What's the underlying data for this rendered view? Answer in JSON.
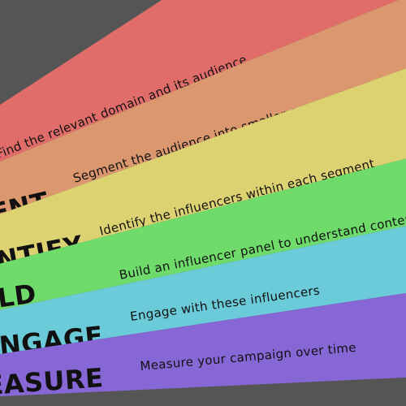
{
  "background_color": "#555555",
  "stages": [
    {
      "step": "",
      "description": "Find the relevant domain and its audience",
      "color": "#e16d6a"
    },
    {
      "step": "SEGMENT",
      "description": "Segment the audience into smaller communities",
      "color": "#db976d"
    },
    {
      "step": "IDENTIFY",
      "description": "Identify the influencers within each segment",
      "color": "#ddd272"
    },
    {
      "step": "BUILD",
      "description": "Build an influencer panel to understand content",
      "color": "#6fdb6a"
    },
    {
      "step": "ENGAGE",
      "description": "Engage with these influencers",
      "color": "#6bcbd8"
    },
    {
      "step": "MEASURE",
      "description": "Measure your campaign over time",
      "color": "#8767d6"
    }
  ]
}
